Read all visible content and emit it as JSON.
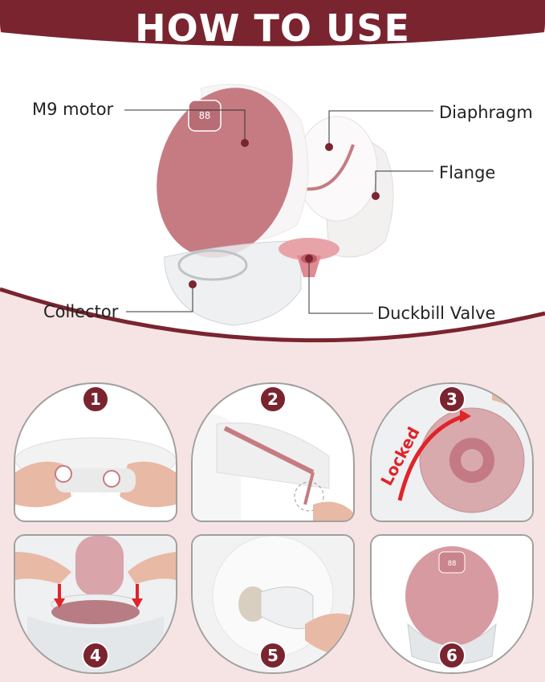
{
  "header": {
    "title": "HOW TO USE"
  },
  "parts": {
    "motor": "M9 motor",
    "diaphragm": "Diaphragm",
    "flange": "Flange",
    "collector": "Collector",
    "valve": "Duckbill Valve"
  },
  "steps": [
    {
      "number": "1"
    },
    {
      "number": "2"
    },
    {
      "number": "3",
      "note": "Locked"
    },
    {
      "number": "4"
    },
    {
      "number": "5"
    },
    {
      "number": "6"
    }
  ],
  "colors": {
    "brand": "#7a2430",
    "pump_pink": "#c67b82",
    "background": "#f6e4e4",
    "arrow_red": "#e0242a"
  }
}
